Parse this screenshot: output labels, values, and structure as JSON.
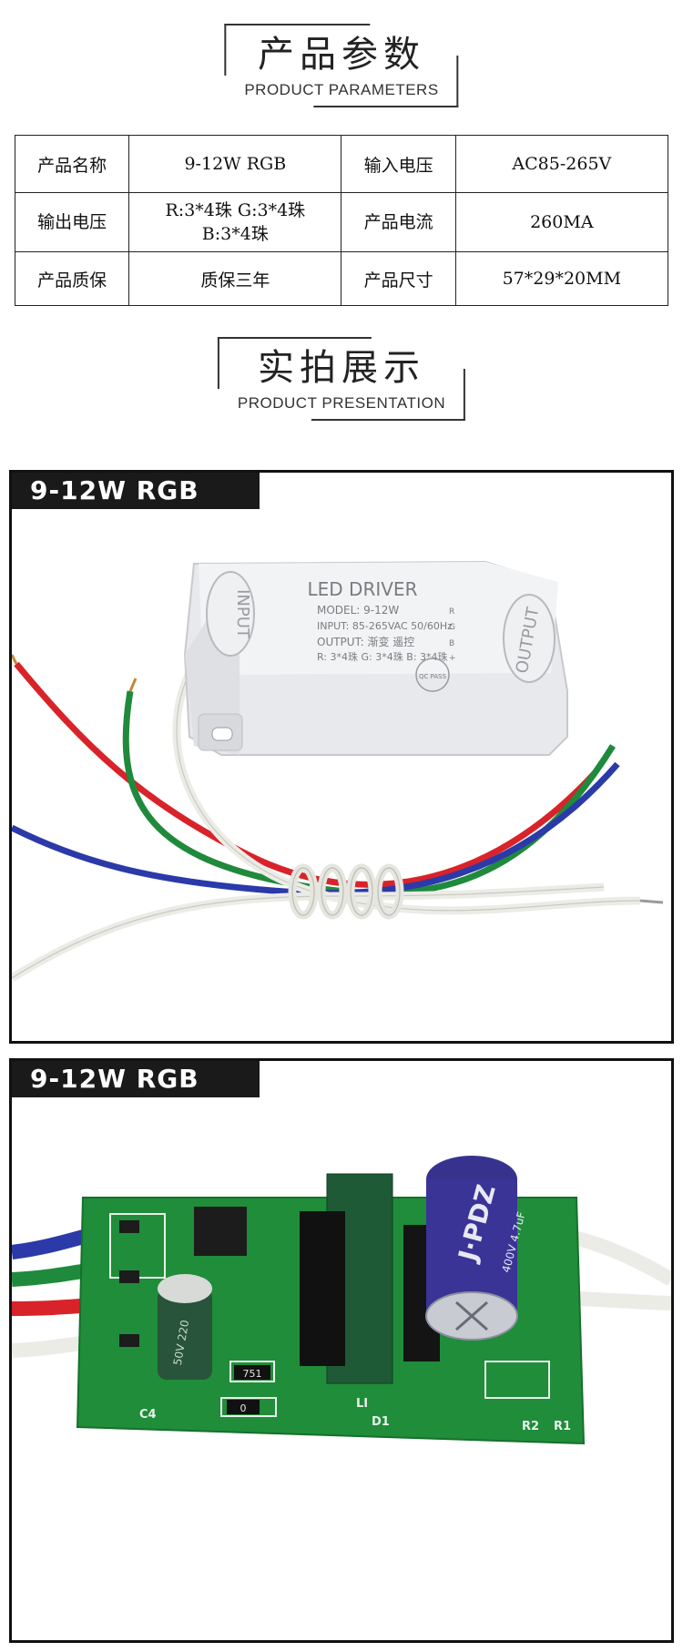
{
  "params_header": {
    "title_cn": "产品参数",
    "title_en": "PRODUCT PARAMETERS"
  },
  "params": [
    {
      "k1": "产品名称",
      "v1": "9-12W RGB",
      "k2": "输入电压",
      "v2": "AC85-265V"
    },
    {
      "k1": "输出电压",
      "v1a": "R:3*4珠 G:3*4珠",
      "v1b": "B:3*4珠",
      "k2": "产品电流",
      "v2": "260MA"
    },
    {
      "k1": "产品质保",
      "v1": "质保三年",
      "k2": "产品尺寸",
      "v2": "57*29*20MM"
    }
  ],
  "presentation_header": {
    "title_cn": "实拍展示",
    "title_en": "PRODUCT PRESENTATION"
  },
  "photo1": {
    "label": "9-12W RGB",
    "case_text": {
      "brand": "LED DRIVER",
      "model": "MODEL: 9-12W",
      "input": "INPUT: 85-265VAC  50/60Hz",
      "output": "OUTPUT: 渐变   遥控",
      "beads": "R: 3*4珠  G: 3*4珠  B: 3*4珠",
      "left_tag": "INPUT",
      "right_tag": "OUTPUT",
      "pins": [
        "R",
        "G",
        "B",
        "+"
      ],
      "qc_stamp": "QC PASS"
    },
    "wire_colors": {
      "red": "#d8232a",
      "green": "#1f8a3b",
      "blue": "#2b3aa8",
      "white": "#f1f1ec"
    }
  },
  "photo2": {
    "label": "9-12W RGB",
    "capacitor_big": "J·PDZ",
    "capacitor_big_rating": "400V 4.7uF",
    "capacitor_small": "50V 220",
    "pcb_marks": [
      "D1",
      "R2",
      "R1",
      "C4",
      "LI"
    ],
    "resistor_codes": [
      "751",
      "0"
    ],
    "board_color": "#1f8d3a"
  }
}
